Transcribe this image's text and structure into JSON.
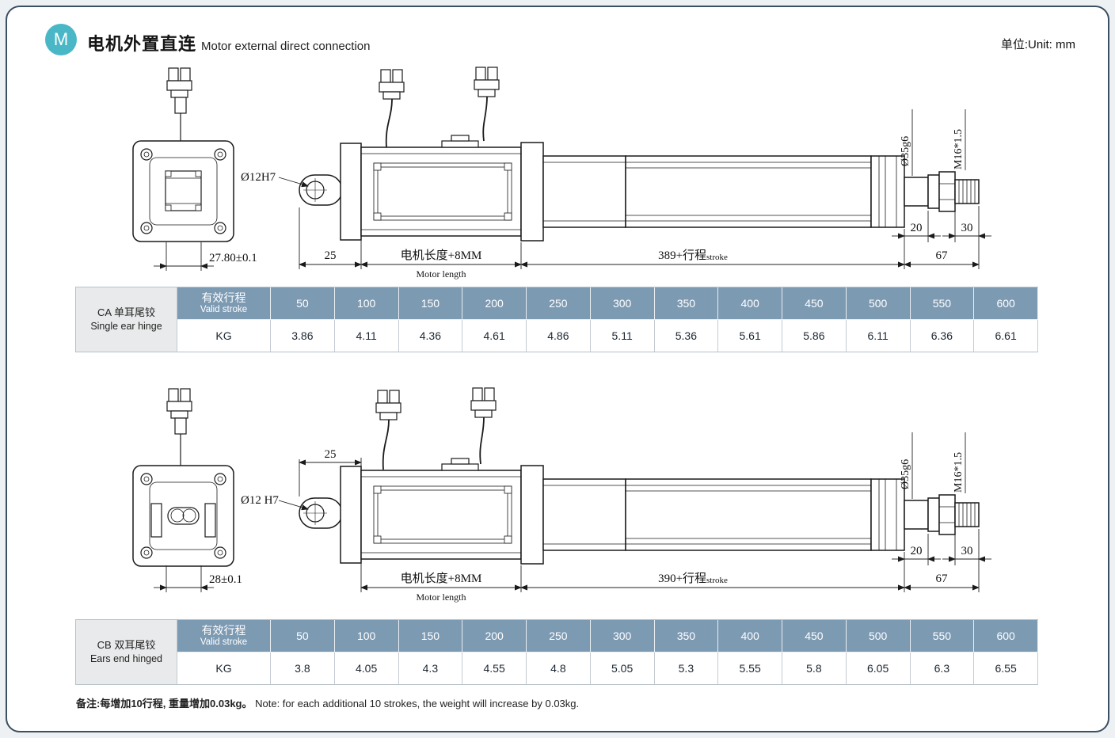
{
  "header": {
    "badge": "M",
    "title_zh": "电机外置直连",
    "title_en": "Motor external direct connection",
    "unit": "单位:Unit: mm"
  },
  "drawing1": {
    "flange_width": "27.80±0.1",
    "pivot_hole": "Ø12H7",
    "offset_25": "25",
    "motor_length_zh": "电机长度+8MM",
    "motor_length_en": "Motor length",
    "stroke_formula": "389+行程",
    "stroke_en": "stroke",
    "front_length": "67",
    "rod_extend": "20",
    "thread_length": "30",
    "rod_diameter": "Ø35g6",
    "thread_spec": "M16*1.5"
  },
  "drawing2": {
    "flange_width": "28±0.1",
    "pivot_hole": "Ø12 H7",
    "offset_25": "25",
    "motor_length_zh": "电机长度+8MM",
    "motor_length_en": "Motor length",
    "stroke_formula": "390+行程",
    "stroke_en": "stroke",
    "front_length": "67",
    "rod_extend": "20",
    "thread_length": "30",
    "rod_diameter": "Ø35g6",
    "thread_spec": "M16*1.5"
  },
  "table1": {
    "label_zh": "CA 单耳尾铰",
    "label_en": "Single ear hinge",
    "stroke_zh": "有效行程",
    "stroke_en": "Valid stroke",
    "kg": "KG",
    "strokes": [
      "50",
      "100",
      "150",
      "200",
      "250",
      "300",
      "350",
      "400",
      "450",
      "500",
      "550",
      "600"
    ],
    "weights": [
      "3.86",
      "4.11",
      "4.36",
      "4.61",
      "4.86",
      "5.11",
      "5.36",
      "5.61",
      "5.86",
      "6.11",
      "6.36",
      "6.61"
    ]
  },
  "table2": {
    "label_zh": "CB 双耳尾铰",
    "label_en": "Ears end hinged",
    "stroke_zh": "有效行程",
    "stroke_en": "Valid stroke",
    "kg": "KG",
    "strokes": [
      "50",
      "100",
      "150",
      "200",
      "250",
      "300",
      "350",
      "400",
      "450",
      "500",
      "550",
      "600"
    ],
    "weights": [
      "3.8",
      "4.05",
      "4.3",
      "4.55",
      "4.8",
      "5.05",
      "5.3",
      "5.55",
      "5.8",
      "6.05",
      "6.3",
      "6.55"
    ]
  },
  "note": {
    "zh": "备注:每增加10行程, 重量增加0.03kg。",
    "en": "Note: for each additional 10 strokes, the weight will increase by 0.03kg."
  },
  "colors": {
    "table_header_blue": "#7d9ab3",
    "badge_teal": "#4ab7c7",
    "sheet_border": "#3c4f63"
  }
}
